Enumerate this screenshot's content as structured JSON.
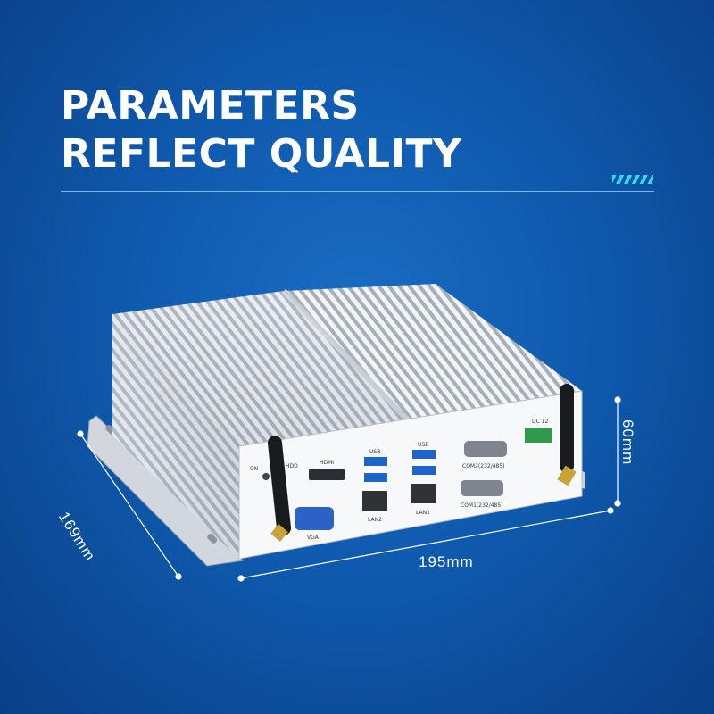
{
  "headline": {
    "line1": "PARAMETERS",
    "line2": "REFLECT QUALITY"
  },
  "dimensions": {
    "width": "195mm",
    "depth": "169mm",
    "height": "60mm"
  },
  "port_labels": {
    "on": "ON",
    "hdd": "HDD",
    "hdmi": "HDMI",
    "usb_a": "USB",
    "usb_b": "USB",
    "dc": "DC 12",
    "com2": "COM2(232/485)",
    "com1": "COM1(232/485)",
    "lan2": "LAN2",
    "lan1": "LAN1",
    "vga": "VGA"
  },
  "colors": {
    "accent": "#34d7f0",
    "background": "#0f5aae",
    "chassis": "#e6e9ee"
  }
}
